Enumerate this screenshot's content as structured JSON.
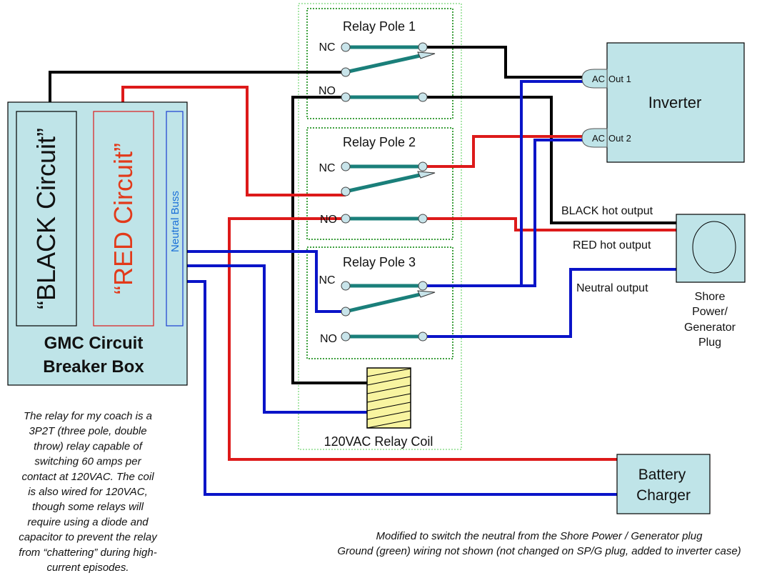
{
  "colors": {
    "box_fill": "#bfe4e8",
    "hot_black": "#000000",
    "hot_red": "#dd1a1a",
    "neutral_blue": "#0a14c8",
    "contact_teal": "#1a7f7a",
    "terminal_fill": "#c8e4ea",
    "relay_border": "#3fb53f",
    "coil_fill": "#f8f4a0",
    "neutral_label": "#1a6fd8"
  },
  "breaker_box": {
    "title_line1": "GMC Circuit",
    "title_line2": "Breaker Box",
    "black_circuit": "“BLACK Circuit”",
    "red_circuit": "“RED Circuit”",
    "neutral_buss": "Neutral Buss"
  },
  "relay": {
    "poles": [
      {
        "title": "Relay Pole 1",
        "nc": "NC",
        "no": "NO"
      },
      {
        "title": "Relay Pole 2",
        "nc": "NC",
        "no": "NO"
      },
      {
        "title": "Relay Pole 3",
        "nc": "NC",
        "no": "NO"
      }
    ],
    "coil_label": "120VAC Relay Coil"
  },
  "inverter": {
    "title": "Inverter",
    "out1_ac": "AC",
    "out1_label": "Out 1",
    "out2_ac": "AC",
    "out2_label": "Out 2"
  },
  "shore_plug": {
    "line1": "Shore",
    "line2": "Power/",
    "line3": "Generator",
    "line4": "Plug"
  },
  "wire_labels": {
    "black_hot": "BLACK hot output",
    "red_hot": "RED hot output",
    "neutral": "Neutral output"
  },
  "battery_charger": {
    "line1": "Battery",
    "line2": "Charger"
  },
  "notes": {
    "relay_note": [
      "The relay for my coach is a",
      "3P2T (three pole, double",
      "throw) relay capable of",
      "switching 60 amps per",
      "contact at 120VAC.  The coil",
      "is also wired for 120VAC,",
      "though some relays will",
      "require using a diode and",
      "capacitor to prevent the relay",
      "from “chattering” during high-",
      "current episodes."
    ],
    "footer_line1": "Modified to switch the neutral from the Shore Power / Generator plug",
    "footer_line2": "Ground (green) wiring not shown (not changed on SP/G plug, added to inverter case)"
  }
}
